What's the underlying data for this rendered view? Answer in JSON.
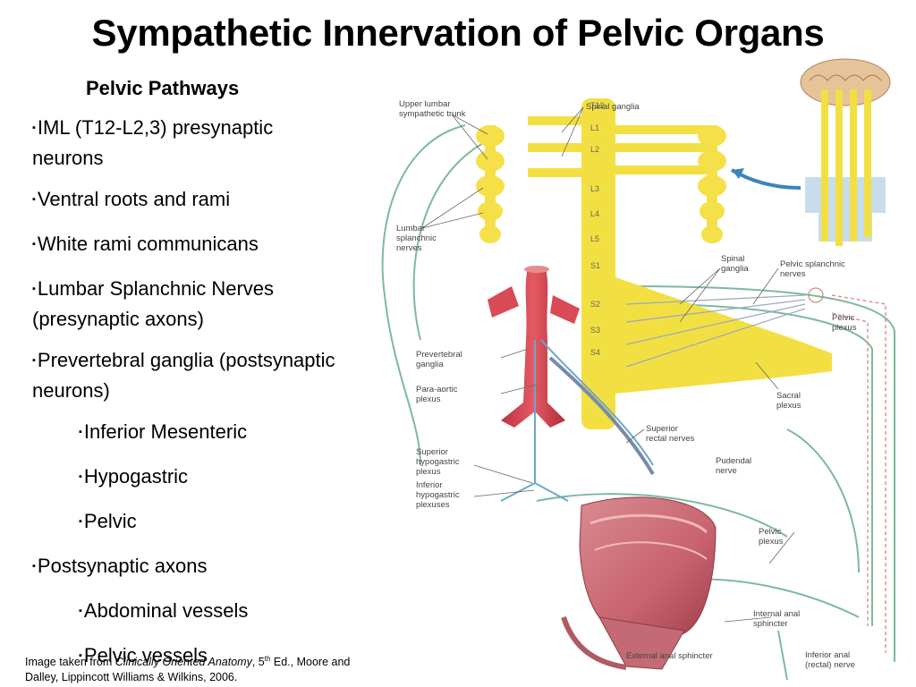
{
  "title": "Sympathetic Innervation of Pelvic Organs",
  "subtitle": "Pelvic Pathways",
  "bullets": [
    {
      "text": "IML (T12-L2,3) presynaptic neurons",
      "level": 0
    },
    {
      "text": "Ventral roots and rami",
      "level": 0
    },
    {
      "text": "White rami communicans",
      "level": 0
    },
    {
      "text": "Lumbar Splanchnic Nerves (presynaptic axons)",
      "level": 0
    },
    {
      "text": "Prevertebral ganglia (postsynaptic neurons)",
      "level": 0
    },
    {
      "text": "Inferior Mesenteric",
      "level": 1
    },
    {
      "text": "Hypogastric",
      "level": 1
    },
    {
      "text": "Pelvic",
      "level": 1
    },
    {
      "text": "Postsynaptic axons",
      "level": 0
    },
    {
      "text": "Abdominal vessels",
      "level": 1
    },
    {
      "text": "Pelvic vessels",
      "level": 1
    }
  ],
  "bullet_marker": "▪",
  "credit": {
    "prefix": "Image taken from ",
    "book": "Clinically Oriented Anatomy",
    "edition_num": ", 5",
    "edition_sup": "th",
    "rest": " Ed., Moore and Dalley, Lippincott Williams & Wilkins, 2006."
  },
  "diagram": {
    "labels": {
      "upper_lumbar_1": "Upper lumbar",
      "upper_lumbar_2": "sympathetic trunk",
      "spinal_ganglia": "Spinal ganglia",
      "lumbar_splanchnic_1": "Lumbar",
      "lumbar_splanchnic_2": "splanchnic",
      "lumbar_splanchnic_3": "nerves",
      "spinal_ganglia2_1": "Spinal",
      "spinal_ganglia2_2": "ganglia",
      "pelvic_splanchnic_1": "Pelvic splanchnic",
      "pelvic_splanchnic_2": "nerves",
      "pelvic_plexus_1": "Pelvic",
      "pelvic_plexus_2": "plexus",
      "prevertebral_1": "Prevertebral",
      "prevertebral_2": "ganglia",
      "para_aortic_1": "Para-aortic",
      "para_aortic_2": "plexus",
      "sacral_plexus_1": "Sacral",
      "sacral_plexus_2": "plexus",
      "superior_rectal_1": "Superior",
      "superior_rectal_2": "rectal nerves",
      "sup_hypogastric_1": "Superior",
      "sup_hypogastric_2": "hypogastric",
      "sup_hypogastric_3": "plexus",
      "inf_hypogastric_1": "Inferior",
      "inf_hypogastric_2": "hypogastric",
      "inf_hypogastric_3": "plexuses",
      "pudendal_1": "Pudendal",
      "pudendal_2": "nerve",
      "pelvic_plexus2_1": "Pelvic",
      "pelvic_plexus2_2": "plexus",
      "internal_anal_1": "Internal anal",
      "internal_anal_2": "sphincter",
      "external_anal": "External anal sphincter",
      "inferior_anal_1": "Inferior anal",
      "inferior_anal_2": "(rectal) nerve"
    },
    "segments": [
      "T12",
      "L1",
      "L2",
      "L3",
      "L4",
      "L5",
      "S1",
      "S2",
      "S3",
      "S4"
    ]
  }
}
